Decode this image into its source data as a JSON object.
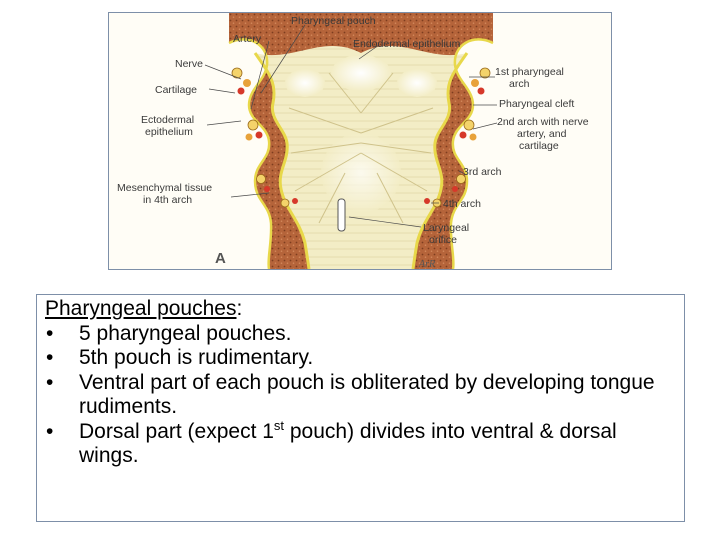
{
  "figure": {
    "panel_letter": "A",
    "signature": "ArR",
    "labels": {
      "pharyngeal_pouch": "Pharyngeal pouch",
      "artery": "Artery",
      "endodermal_epithelium": "Endodermal epithelium",
      "nerve": "Nerve",
      "cartilage": "Cartilage",
      "ectodermal_line1": "Ectodermal",
      "ectodermal_line2": "epithelium",
      "mesenchymal_line1": "Mesenchymal tissue",
      "mesenchymal_line2": "in 4th arch",
      "first_arch_line1": "1st pharyngeal",
      "first_arch_line2": "arch",
      "pharyngeal_cleft": "Pharyngeal cleft",
      "second_arch_line1": "2nd arch with nerve",
      "second_arch_line2": "artery, and",
      "second_arch_line3": "cartilage",
      "third_arch": "3rd arch",
      "fourth_arch": "4th arch",
      "laryngeal_line1": "Laryngeal",
      "laryngeal_line2": "orifice"
    },
    "colors": {
      "mesenchyme": "#b5643a",
      "epithelium": "#e8d84a",
      "pharynx": "#f3edc6",
      "cartilage": "#f4d36a",
      "nerve": "#e8a23a",
      "artery": "#d6382a"
    }
  },
  "text": {
    "heading": "Pharyngeal pouches",
    "heading_suffix": ":",
    "bullets": [
      "5 pharyngeal pouches.",
      "5th pouch is rudimentary.",
      "Ventral part of each pouch is obliterated by developing tongue rudiments."
    ],
    "last_bullet_before": "Dorsal part (expect 1",
    "last_bullet_sup": "st",
    "last_bullet_after": " pouch) divides into ventral & dorsal wings."
  }
}
